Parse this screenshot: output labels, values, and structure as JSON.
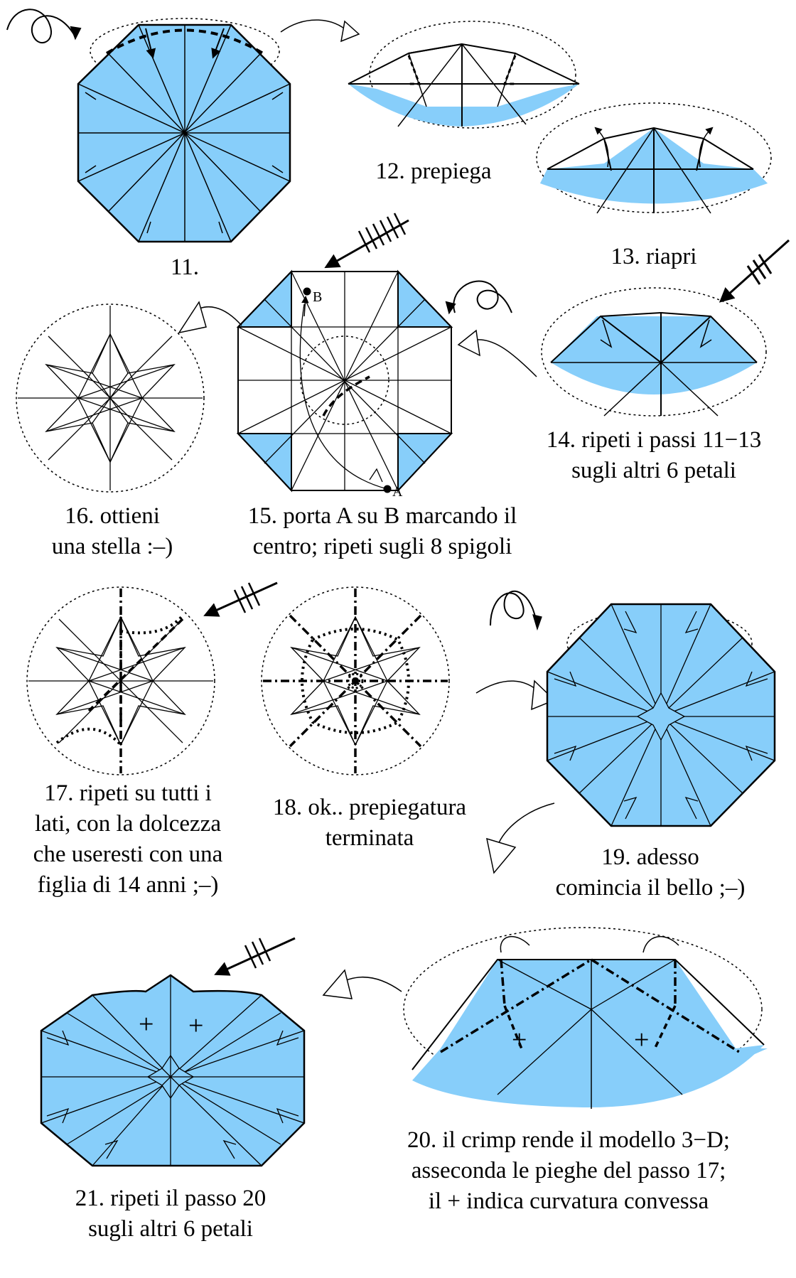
{
  "colors": {
    "paper_fill": "#87CEFA",
    "line": "#000000",
    "background": "#FFFFFF"
  },
  "points": {
    "a": "A",
    "b": "B"
  },
  "plus_sign": "+",
  "steps": [
    {
      "number": "11",
      "lines": [
        "11."
      ]
    },
    {
      "number": "12",
      "lines": [
        "12. prepiega"
      ]
    },
    {
      "number": "13",
      "lines": [
        "13. riapri"
      ]
    },
    {
      "number": "14",
      "lines": [
        "14. ripeti i passi 11−13",
        "sugli altri 6 petali"
      ]
    },
    {
      "number": "15",
      "lines": [
        "15. porta A su B marcando il",
        "centro; ripeti sugli 8 spigoli"
      ]
    },
    {
      "number": "16",
      "lines": [
        "16. ottieni",
        "una stella :–)"
      ]
    },
    {
      "number": "17",
      "lines": [
        "17. ripeti su tutti i",
        "lati, con la dolcezza",
        "che useresti con una",
        "figlia di 14 anni ;–)"
      ]
    },
    {
      "number": "18",
      "lines": [
        "18. ok.. prepiegatura",
        "terminata"
      ]
    },
    {
      "number": "19",
      "lines": [
        "19. adesso",
        "comincia il bello ;–)"
      ]
    },
    {
      "number": "20",
      "lines": [
        "20. il crimp rende il modello 3−D;",
        "asseconda le pieghe del passo 17;",
        "il + indica curvatura convessa"
      ]
    },
    {
      "number": "21",
      "lines": [
        "21. ripeti il passo 20",
        "sugli altri 6 petali"
      ]
    }
  ]
}
